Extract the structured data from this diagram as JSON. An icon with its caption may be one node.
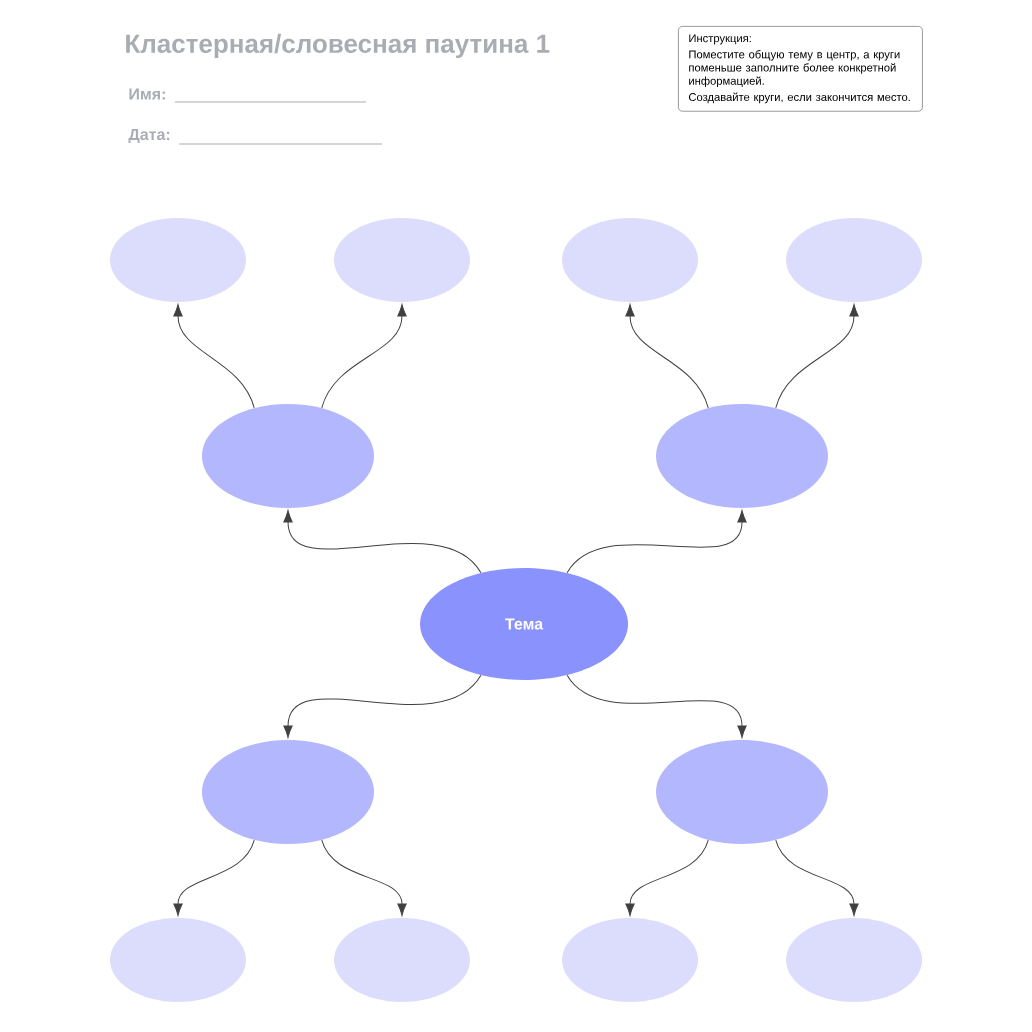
{
  "diagram": {
    "title": "Кластерная/словесная паутина 1",
    "nodes": [
      {
        "text": [
          "Инструкция:",
          "Поместите общую тему в центр, а круги поменьше заполните более конкретной информацией.",
          "Создавайте круги, если закончится место."
        ]
      },
      {
        "text": [],
        "shape": "ellipse"
      },
      {
        "text": [],
        "shape": "ellipse"
      },
      {
        "text": [],
        "shape": "ellipse"
      },
      {
        "text": [],
        "shape": "ellipse"
      },
      {
        "text": [],
        "shape": "ellipse"
      },
      {
        "text": [],
        "shape": "ellipse"
      },
      {
        "text": [
          "Тема"
        ]
      },
      {
        "text": [],
        "shape": "ellipse"
      },
      {
        "text": [],
        "shape": "ellipse"
      },
      {
        "text": [],
        "shape": "ellipse"
      },
      {
        "text": [],
        "shape": "ellipse"
      },
      {
        "text": [],
        "shape": "ellipse"
      },
      {
        "text": [],
        "shape": "ellipse"
      }
    ],
    "edges": [
      {
        "from": 7,
        "to": 5,
        "arrow": "to"
      },
      {
        "from": 7,
        "to": 6,
        "arrow": "to"
      },
      {
        "from": 7,
        "to": 8,
        "arrow": "to"
      },
      {
        "from": 7,
        "to": 9,
        "arrow": "to"
      },
      {
        "from": 5,
        "to": 1,
        "arrow": "to"
      },
      {
        "from": 5,
        "to": 2,
        "arrow": "to"
      },
      {
        "from": 6,
        "to": 3,
        "arrow": "to"
      },
      {
        "from": 6,
        "to": 4,
        "arrow": "to"
      },
      {
        "from": 8,
        "to": 10,
        "arrow": "to"
      },
      {
        "from": 8,
        "to": 11,
        "arrow": "to"
      },
      {
        "from": 9,
        "to": 12,
        "arrow": "to"
      },
      {
        "from": 9,
        "to": 13,
        "arrow": "to"
      }
    ],
    "labels": [
      "Имя:",
      "Дата:"
    ]
  }
}
